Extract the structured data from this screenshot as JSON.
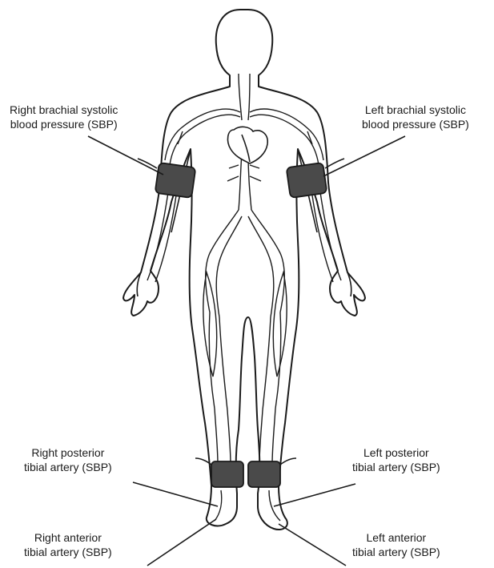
{
  "labels": {
    "right_brachial": [
      "Right brachial systolic",
      "blood pressure (SBP)"
    ],
    "left_brachial": [
      "Left brachial systolic",
      "blood pressure (SBP)"
    ],
    "right_posterior_tibial": [
      "Right posterior",
      "tibial artery (SBP)"
    ],
    "left_posterior_tibial": [
      "Left posterior",
      "tibial artery (SBP)"
    ],
    "right_anterior_tibial": [
      "Right anterior",
      "tibial artery (SBP)"
    ],
    "left_anterior_tibial": [
      "Left anterior",
      "tibial artery (SBP)"
    ]
  },
  "colors": {
    "outline": "#1a1a1a",
    "cuff_fill": "#4a4a4a",
    "body_fill": "#ffffff"
  }
}
